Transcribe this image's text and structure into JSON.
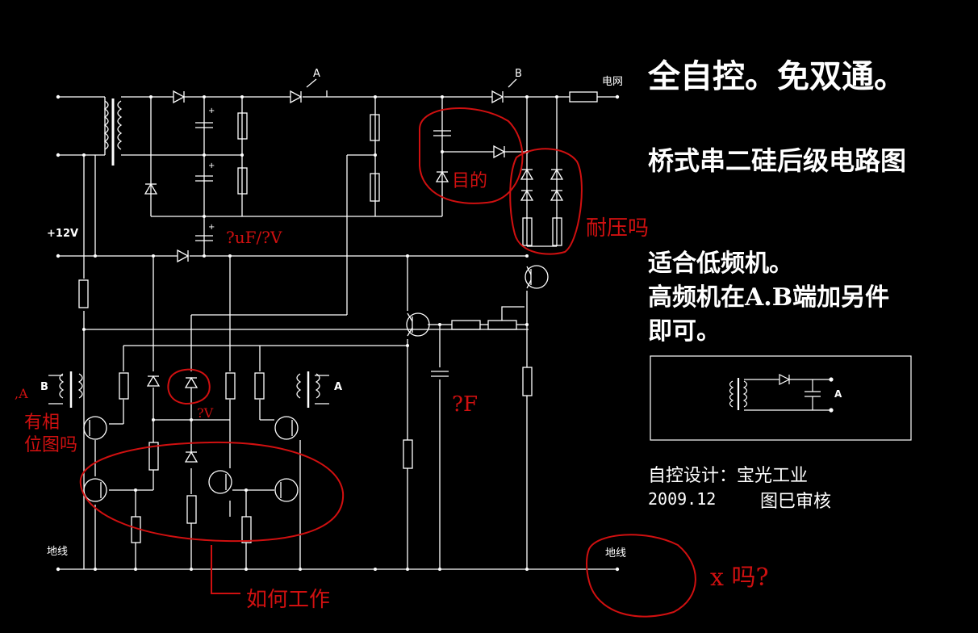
{
  "title": "全自控。免双通。",
  "subtitle": "桥式串二硅后级电路图",
  "note_line1": "适合低频机。",
  "note_line2": "高频机在A.B端加另件",
  "note_line3": "即可。",
  "designer": "自控设计：宝光工业",
  "date": "2009.12",
  "review": "图巳审核",
  "labels": {
    "switch_a": "A",
    "switch_b": "B",
    "grid": "电网",
    "plus12v": "+12V",
    "ground_left": "地线",
    "ground_right": "地线",
    "coil_b": "B",
    "coil_a": "A",
    "inset_a": "A",
    "cap_plus": "+"
  },
  "annotations": {
    "purpose": "目的",
    "voltage": "耐压吗",
    "cap_value": "?uF/?V",
    "zener_v": "?V",
    "cap_f": "?F",
    "phase": "有相\n位图吗",
    "how_works": "如何工作",
    "right_q": "x 吗?",
    "b_mark": ",A"
  }
}
